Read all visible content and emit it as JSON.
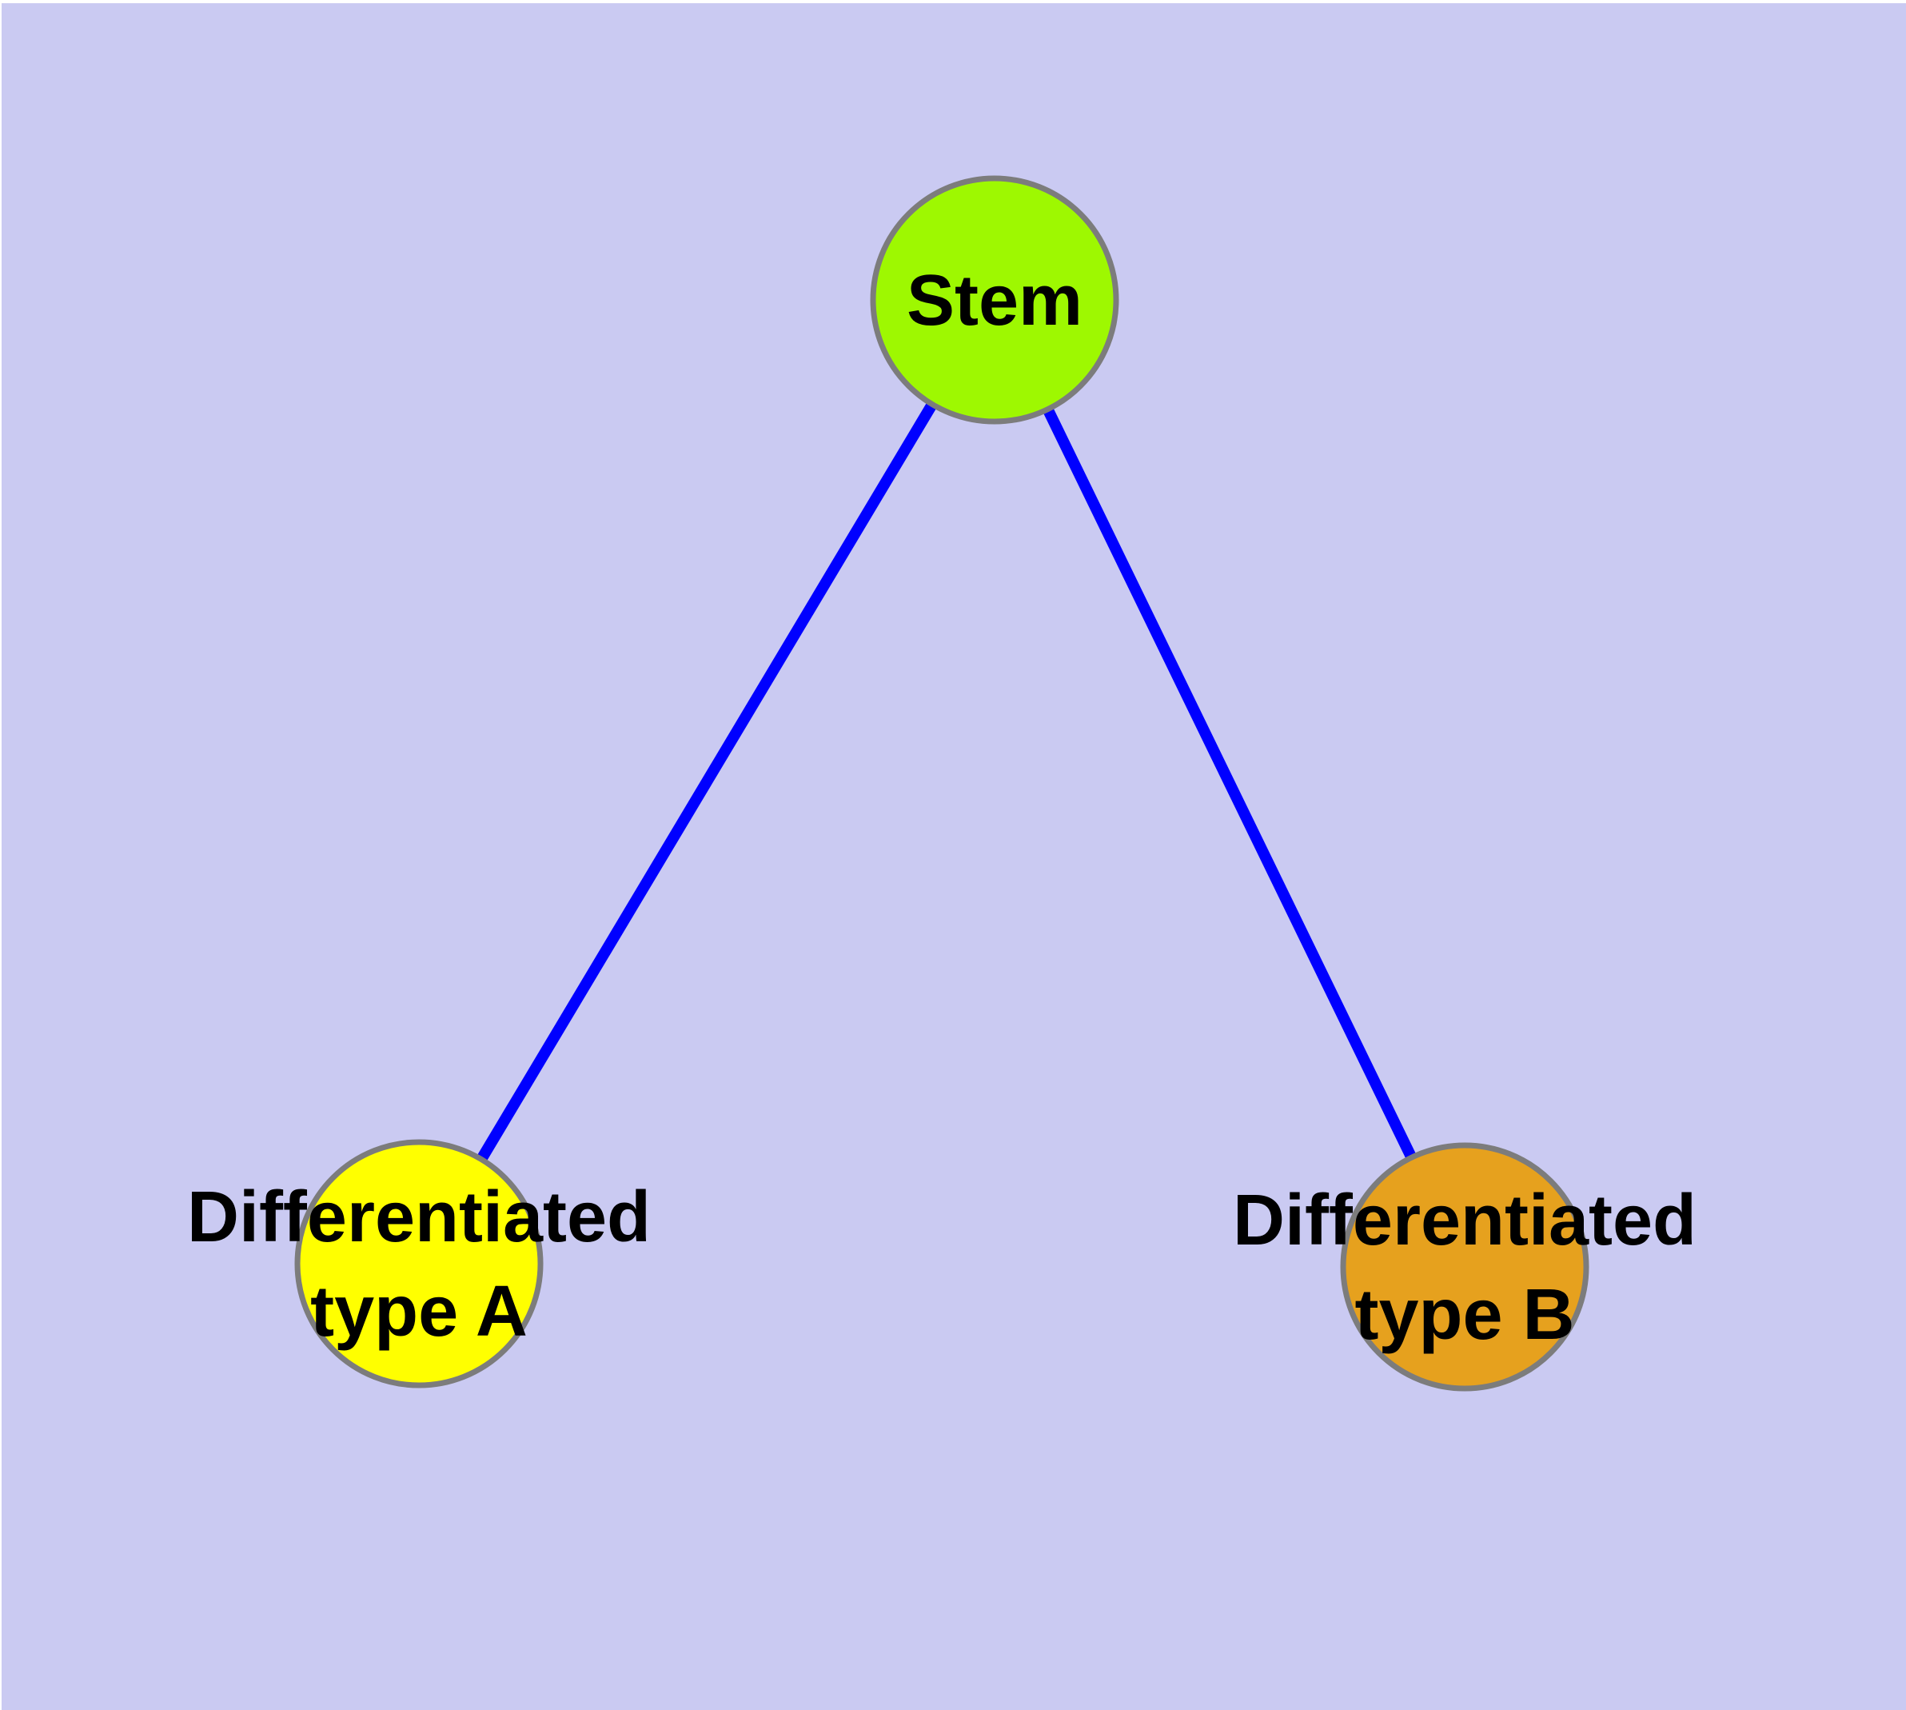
{
  "diagram": {
    "type": "node-link-graph",
    "description": "Stem cell differentiation diagram: one stem node branching to two differentiated cell types",
    "colors": {
      "background": "#CACAF2",
      "frame": "#FFFFFF",
      "edge": "#0000FF",
      "node_border": "#7C7C7C",
      "label": "#000000"
    },
    "nodes": [
      {
        "id": "stem",
        "label": "Stem",
        "fill": "#9EF801"
      },
      {
        "id": "type-a",
        "label_line1": "Differentiated",
        "label_line2": "type A",
        "fill": "#FFFF00"
      },
      {
        "id": "type-b",
        "label_line1": "Differentiated",
        "label_line2": "type B",
        "fill": "#E6A11E"
      }
    ],
    "edges": [
      {
        "from": "Stem",
        "to": "Differentiated type A"
      },
      {
        "from": "Stem",
        "to": "Differentiated type B"
      }
    ]
  }
}
